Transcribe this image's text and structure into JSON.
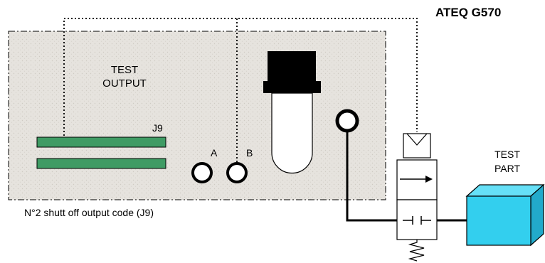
{
  "title": "ATEQ G570",
  "labels": {
    "test_output_line1": "TEST",
    "test_output_line2": "OUTPUT",
    "connector": "J9",
    "port_a": "A",
    "port_b": "B",
    "test_part_line1": "TEST",
    "test_part_line2": "PART",
    "caption": "N°2 shutt off output code (J9)"
  },
  "colors": {
    "panel_fill": "#e4e1dc",
    "connector_green": "#3f9b64",
    "test_part_cyan": "#33cfee",
    "black": "#000000"
  }
}
